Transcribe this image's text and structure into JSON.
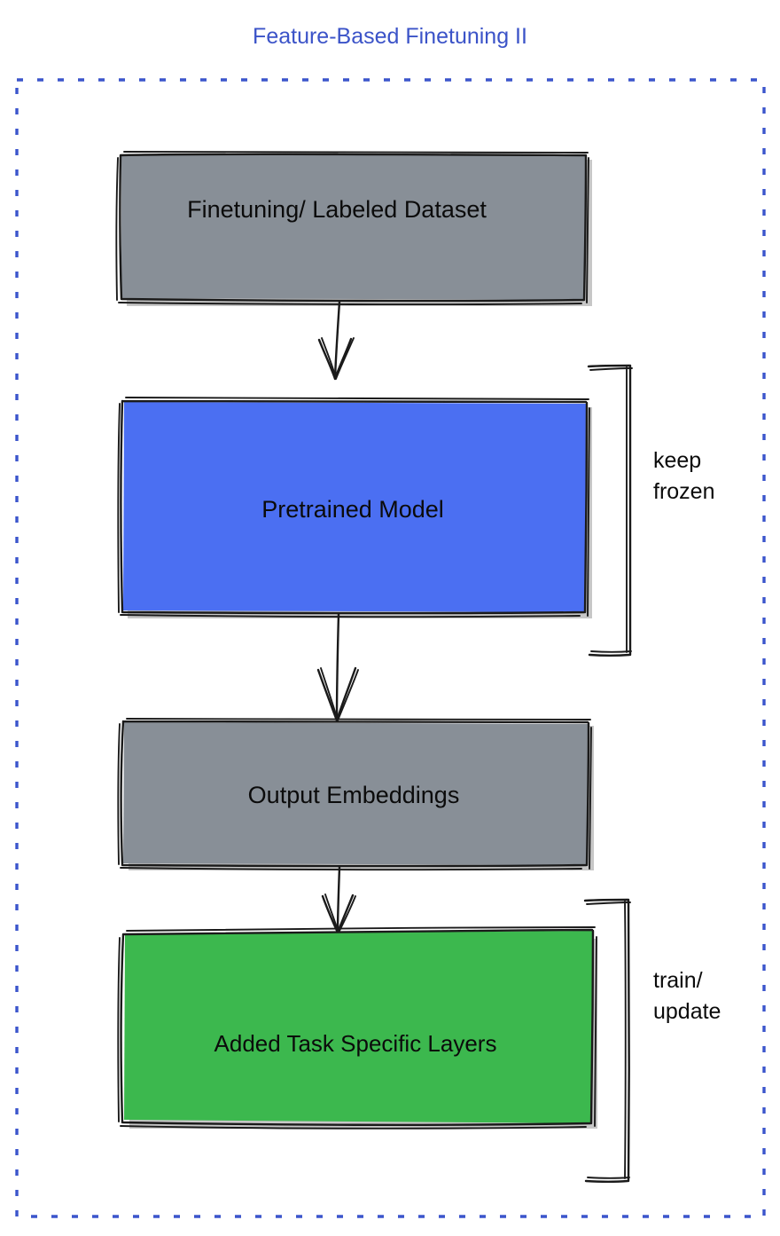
{
  "title": "Feature-Based Finetuning II",
  "colors": {
    "title": "#3b53c8",
    "frame_border": "#3b55cc",
    "gray_fill": "#888f97",
    "blue_fill": "#4b6ff2",
    "green_fill": "#3cb84e",
    "stroke": "#1a1a1a",
    "text": "#0b0b0b",
    "background": "#ffffff"
  },
  "frame": {
    "name": "dashed-container",
    "style": "dashed",
    "border_color": "#3b55cc"
  },
  "nodes": [
    {
      "id": "dataset",
      "label": "Finetuning/ Labeled Dataset",
      "fill": "#888f97",
      "shape": "rectangle",
      "style": "hand-drawn"
    },
    {
      "id": "pretrained",
      "label": "Pretrained Model",
      "fill": "#4b6ff2",
      "shape": "rectangle",
      "style": "hand-drawn"
    },
    {
      "id": "embeddings",
      "label": "Output Embeddings",
      "fill": "#888f97",
      "shape": "rectangle",
      "style": "hand-drawn"
    },
    {
      "id": "task-layers",
      "label": "Added Task Specific Layers",
      "fill": "#3cb84e",
      "shape": "rectangle",
      "style": "hand-drawn"
    }
  ],
  "arrows": [
    {
      "id": "arrow-dataset-to-pretrained",
      "from": "dataset",
      "to": "pretrained",
      "direction": "down"
    },
    {
      "id": "arrow-pretrained-to-embeddings",
      "from": "pretrained",
      "to": "embeddings",
      "direction": "down"
    },
    {
      "id": "arrow-embeddings-to-task-layers",
      "from": "embeddings",
      "to": "task-layers",
      "direction": "down"
    }
  ],
  "brackets": [
    {
      "id": "bracket-keep-frozen",
      "target": "pretrained",
      "label_line1": "keep",
      "label_line2": "frozen"
    },
    {
      "id": "bracket-train-update",
      "target": "task-layers",
      "label_line1": "train/",
      "label_line2": "update"
    }
  ]
}
